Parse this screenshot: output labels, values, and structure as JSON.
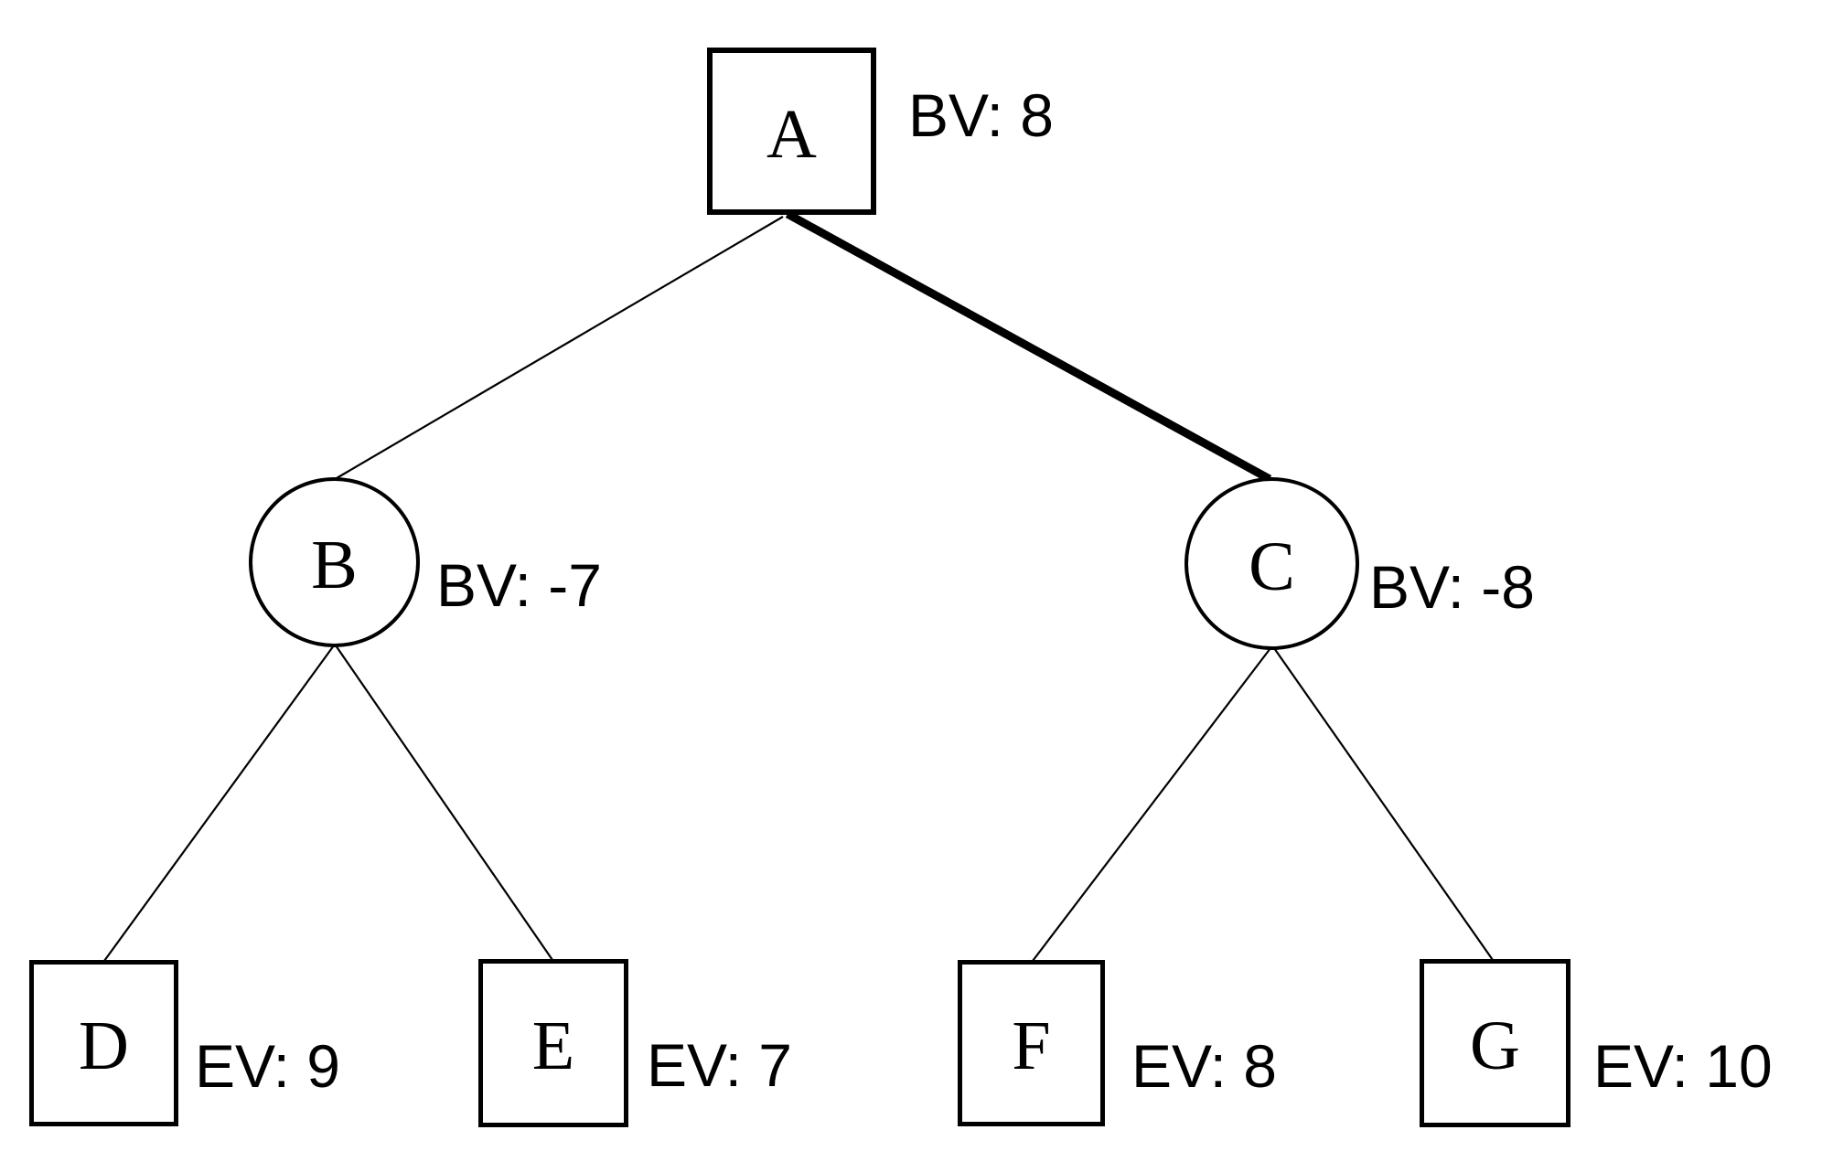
{
  "diagram": {
    "kind": "game-tree",
    "background_color": "#ffffff",
    "stroke_color": "#000000",
    "nodes": [
      {
        "id": "A",
        "shape": "square",
        "role": "root / max node",
        "letter": "A",
        "annotation": "BV: 8"
      },
      {
        "id": "B",
        "shape": "circle",
        "role": "min node",
        "letter": "B",
        "annotation": "BV: -7",
        "parent": "A"
      },
      {
        "id": "C",
        "shape": "circle",
        "role": "min node",
        "letter": "C",
        "annotation": "BV: -8",
        "parent": "A"
      },
      {
        "id": "D",
        "shape": "square",
        "role": "leaf",
        "letter": "D",
        "annotation": "EV: 9",
        "parent": "B"
      },
      {
        "id": "E",
        "shape": "square",
        "role": "leaf",
        "letter": "E",
        "annotation": "EV: 7",
        "parent": "B"
      },
      {
        "id": "F",
        "shape": "square",
        "role": "leaf",
        "letter": "F",
        "annotation": "EV: 8",
        "parent": "C"
      },
      {
        "id": "G",
        "shape": "square",
        "role": "leaf",
        "letter": "G",
        "annotation": "EV: 10",
        "parent": "C"
      }
    ],
    "edges": [
      {
        "from": "A",
        "to": "B",
        "emphasis": "thin"
      },
      {
        "from": "A",
        "to": "C",
        "emphasis": "thick"
      },
      {
        "from": "B",
        "to": "D",
        "emphasis": "thin"
      },
      {
        "from": "B",
        "to": "E",
        "emphasis": "thin"
      },
      {
        "from": "C",
        "to": "F",
        "emphasis": "thin"
      },
      {
        "from": "C",
        "to": "G",
        "emphasis": "thin"
      }
    ]
  }
}
